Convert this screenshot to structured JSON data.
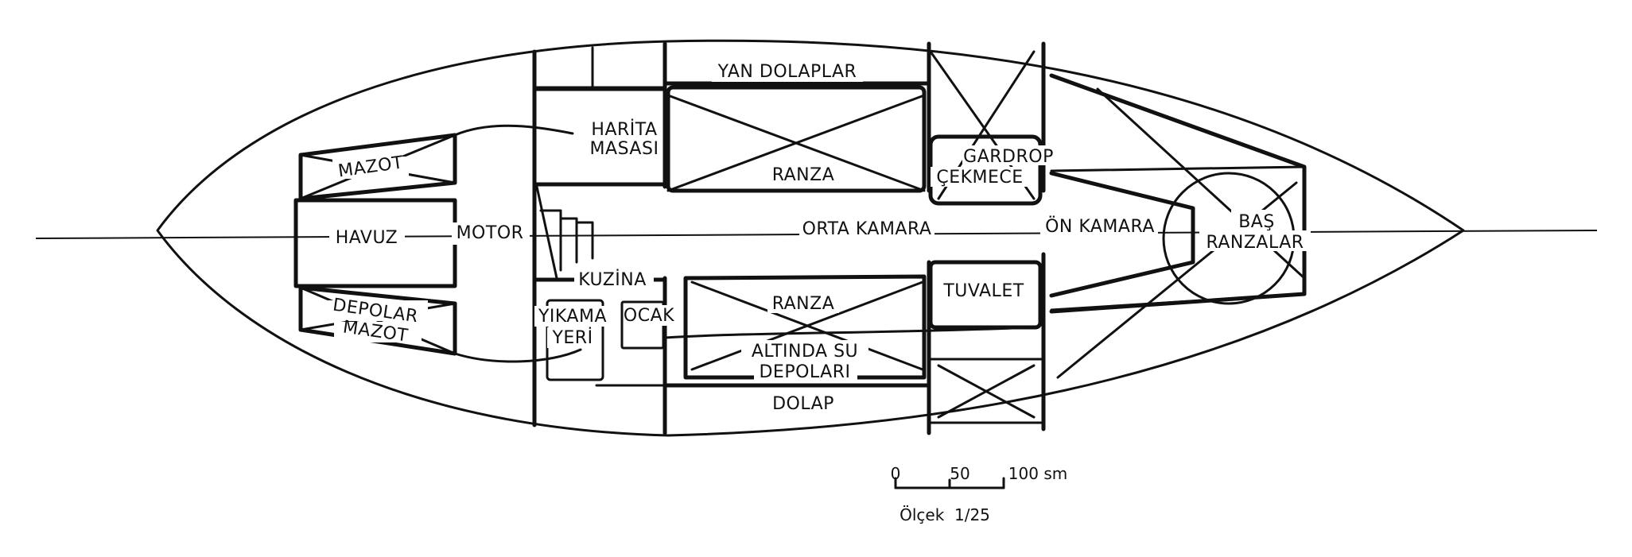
{
  "labels": {
    "yan_dolaplar": "YAN DOLAPLAR",
    "harita_1": "HARİTA",
    "harita_2": "MASASI",
    "gardrop": "GARDROP",
    "cekmece": "ÇEKMECE",
    "ranza_top": "RANZA",
    "mazot_top": "MAZOT",
    "havuz": "HAVUZ",
    "motor": "MOTOR",
    "orta_kamara": "ORTA KAMARA",
    "on_kamara": "ÖN KAMARA",
    "bas": "BAŞ",
    "ranzalar": "RANZALAR",
    "kuzina": "KUZİNA",
    "ranza_bottom": "RANZA",
    "tuvalet": "TUVALET",
    "depolar": "DEPOLAR",
    "mazot_bottom": "MAZOT",
    "yikama": "YIKAMA",
    "yeri": "YERİ",
    "ocak": "OCAK",
    "altinda_su": "ALTINDA SU",
    "depolari": "DEPOLARI",
    "dolap": "DOLAP"
  },
  "scale": {
    "ticks": [
      "0",
      "50",
      "100 sm"
    ],
    "caption": "Ölçek  1/25"
  }
}
